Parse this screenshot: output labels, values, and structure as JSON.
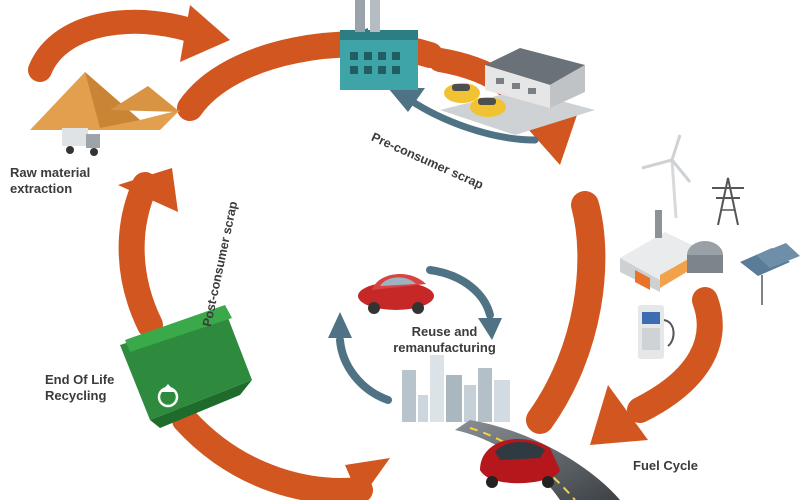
{
  "labels": {
    "raw_material": "Raw material extraction",
    "pre_consumer": "Pre-consumer scrap",
    "post_consumer": "Post-consumer scrap",
    "reuse": "Reuse and remanufacturing",
    "end_of_life": "End Of Life Recycling",
    "fuel_cycle": "Fuel Cycle"
  },
  "colors": {
    "cycle_arrow": "#d2561f",
    "inner_arrow": "#4f7384",
    "label_text": "#3b3b3b",
    "bin_green": "#39a94a",
    "car_red": "#c62828"
  },
  "icons": [
    "factory-icon",
    "parked-cars-icon",
    "warehouse-icon",
    "sand-pile-icon",
    "truck-icon",
    "wind-turbine-icon",
    "power-tower-icon",
    "power-plant-icon",
    "solar-panel-icon",
    "fuel-pump-icon",
    "recycle-bin-icon",
    "recycle-symbol-icon",
    "red-car-icon",
    "city-buildings-icon",
    "road-icon"
  ]
}
